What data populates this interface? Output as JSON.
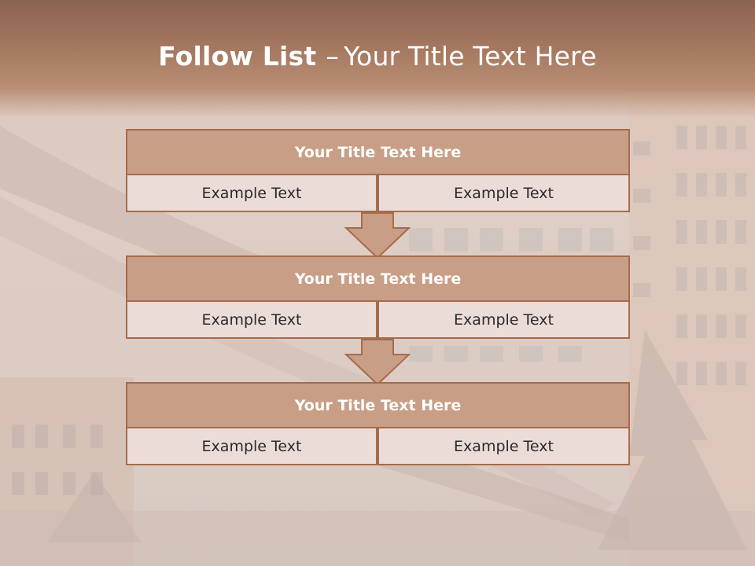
{
  "slide": {
    "title_bold": "Follow List",
    "title_separator": "–",
    "title_rest": "Your Title Text Here"
  },
  "blocks": [
    {
      "title": "Your Title Text Here",
      "left": "Example Text",
      "right": "Example Text"
    },
    {
      "title": "Your Title Text Here",
      "left": "Example Text",
      "right": "Example Text"
    },
    {
      "title": "Your Title Text Here",
      "left": "Example Text",
      "right": "Example Text"
    }
  ],
  "colors": {
    "header": "#a77a62",
    "block_head": "#c89e86",
    "block_cell": "#ecdcd8",
    "border": "#a56c4c",
    "arrow_fill": "#c89e86"
  }
}
